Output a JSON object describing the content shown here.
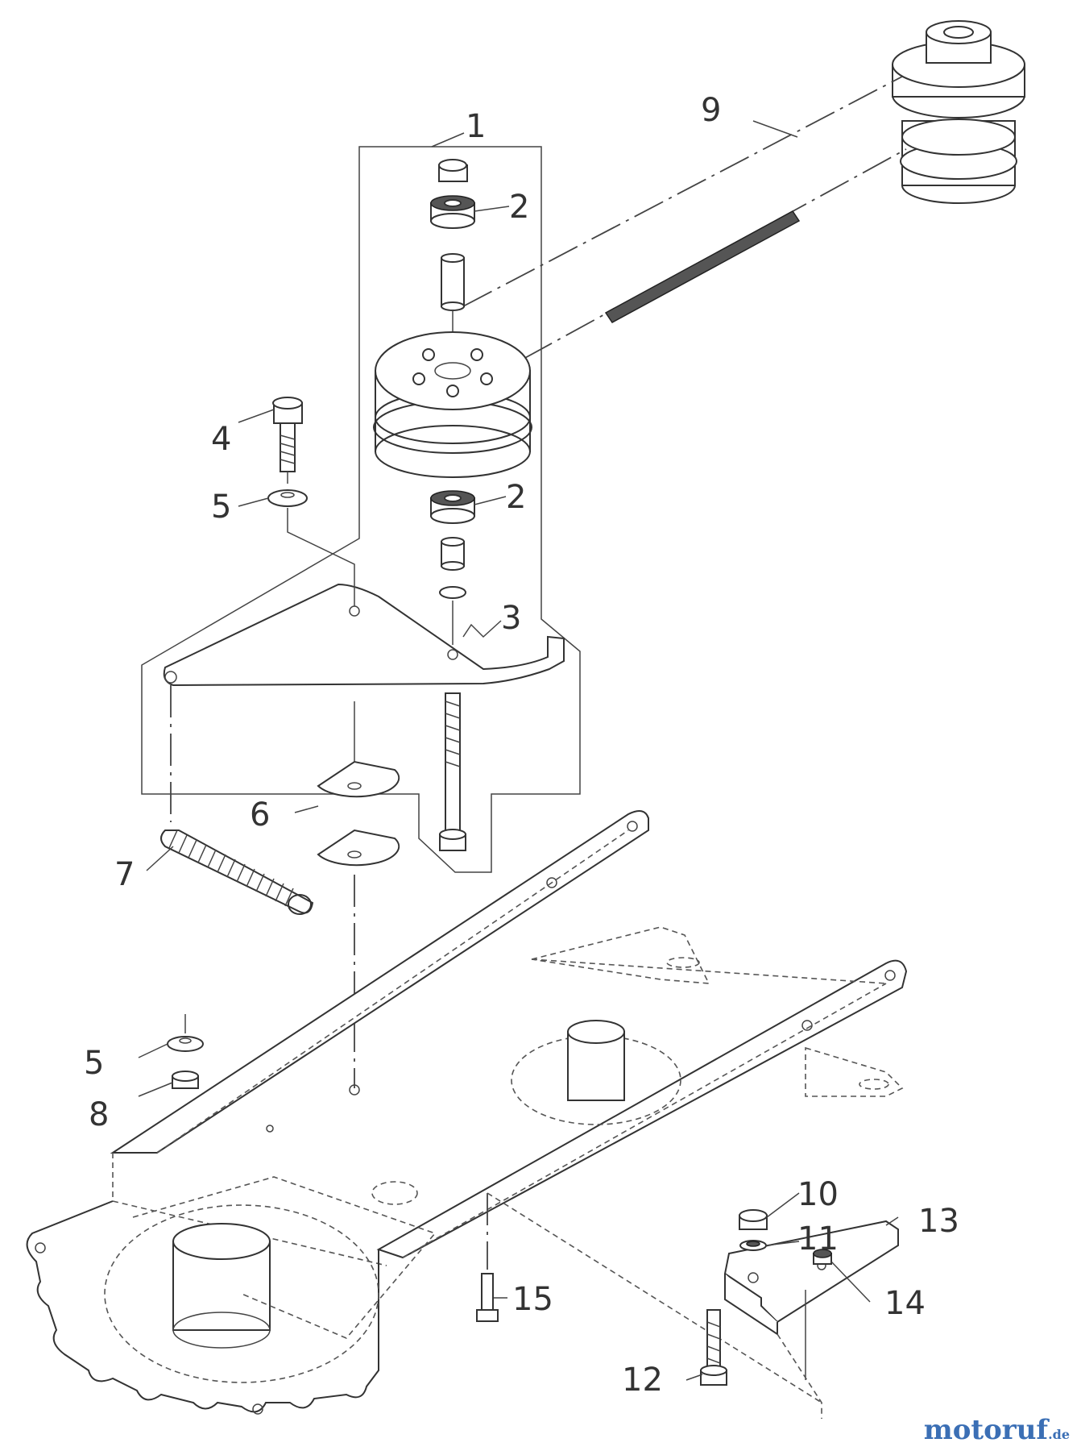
{
  "callouts": [
    {
      "id": "1",
      "label": "1"
    },
    {
      "id": "2a",
      "label": "2"
    },
    {
      "id": "2b",
      "label": "2"
    },
    {
      "id": "3",
      "label": "3"
    },
    {
      "id": "4",
      "label": "4"
    },
    {
      "id": "5a",
      "label": "5"
    },
    {
      "id": "5b",
      "label": "5"
    },
    {
      "id": "6",
      "label": "6"
    },
    {
      "id": "7",
      "label": "7"
    },
    {
      "id": "8",
      "label": "8"
    },
    {
      "id": "9",
      "label": "9"
    },
    {
      "id": "10",
      "label": "10"
    },
    {
      "id": "11",
      "label": "11"
    },
    {
      "id": "12",
      "label": "12"
    },
    {
      "id": "13",
      "label": "13"
    },
    {
      "id": "14",
      "label": "14"
    },
    {
      "id": "15",
      "label": "15"
    }
  ],
  "watermark": {
    "text": "motoruf",
    "suffix": ".de"
  },
  "colors": {
    "line": "#333333",
    "watermark_blue": "#3b6fb5",
    "watermark_orange": "#d24b2a"
  }
}
